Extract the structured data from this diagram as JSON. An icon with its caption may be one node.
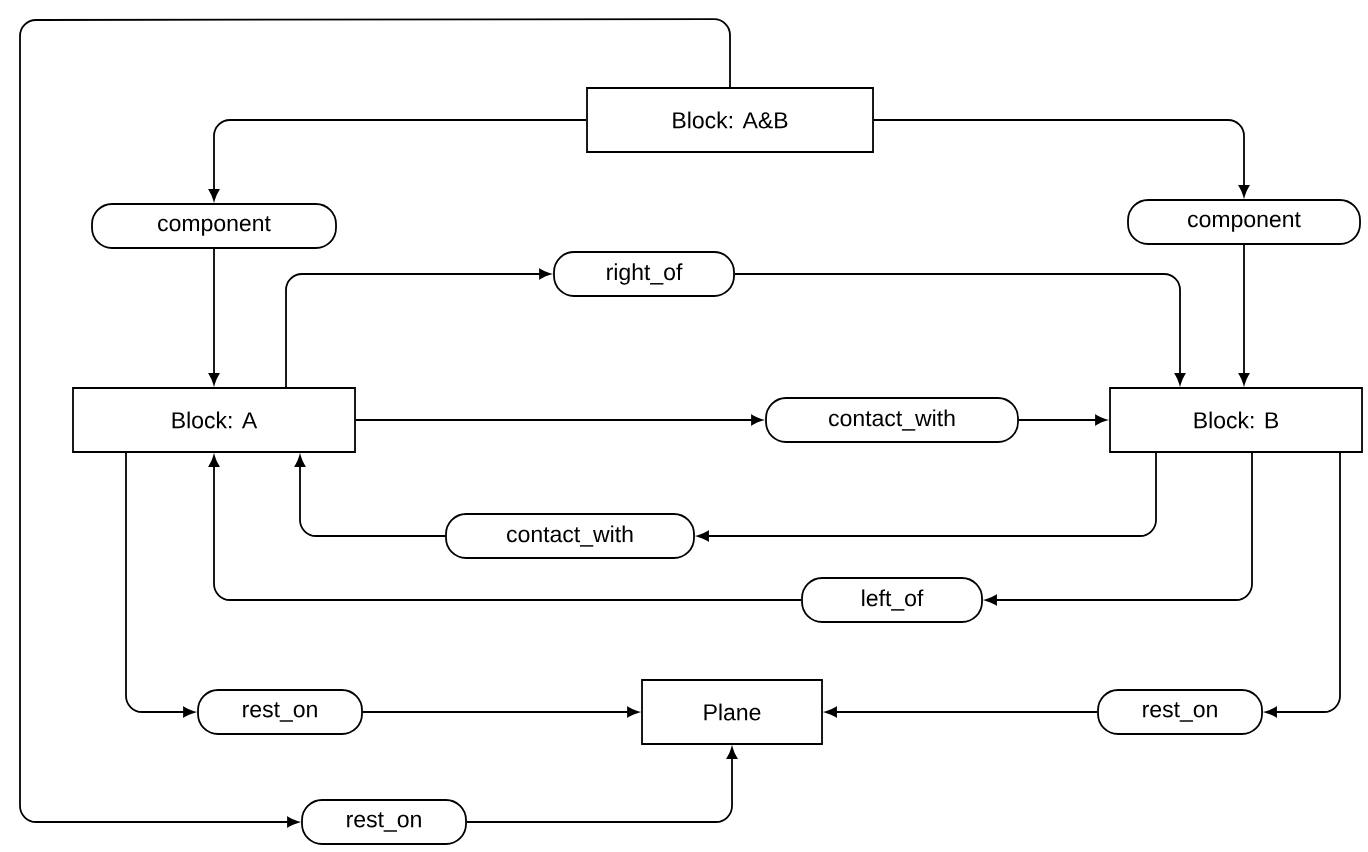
{
  "diagram": {
    "nodes": [
      {
        "text": [
          "Block: A&B"
        ]
      },
      {
        "text": [
          "component"
        ]
      },
      {
        "text": [
          "component"
        ]
      },
      {
        "text": [
          "right_of"
        ]
      },
      {
        "text": [
          "Block: A"
        ]
      },
      {
        "text": [
          "contact_with"
        ]
      },
      {
        "text": [
          "Block: B"
        ]
      },
      {
        "text": [
          "contact_with"
        ]
      },
      {
        "text": [
          "left_of"
        ]
      },
      {
        "text": [
          "rest_on"
        ]
      },
      {
        "text": [
          "Plane"
        ]
      },
      {
        "text": [
          "rest_on"
        ]
      },
      {
        "text": [
          "rest_on"
        ]
      }
    ],
    "edges": [
      {
        "from": 0,
        "to": 1,
        "arrow": "to"
      },
      {
        "from": 1,
        "to": 4,
        "arrow": "to"
      },
      {
        "from": 0,
        "to": 2,
        "arrow": "to"
      },
      {
        "from": 2,
        "to": 6,
        "arrow": "to"
      },
      {
        "from": 4,
        "to": 3,
        "arrow": "to"
      },
      {
        "from": 3,
        "to": 6,
        "arrow": "to"
      },
      {
        "from": 4,
        "to": 5,
        "arrow": "to"
      },
      {
        "from": 5,
        "to": 6,
        "arrow": "to"
      },
      {
        "from": 6,
        "to": 7,
        "arrow": "to"
      },
      {
        "from": 7,
        "to": 4,
        "arrow": "to"
      },
      {
        "from": 6,
        "to": 8,
        "arrow": "to"
      },
      {
        "from": 8,
        "to": 4,
        "arrow": "to"
      },
      {
        "from": 4,
        "to": 9,
        "arrow": "to"
      },
      {
        "from": 9,
        "to": 10,
        "arrow": "to"
      },
      {
        "from": 11,
        "to": 10,
        "arrow": "to"
      },
      {
        "from": 6,
        "to": 11,
        "arrow": "to"
      },
      {
        "from": 0,
        "to": 12,
        "arrow": "to"
      },
      {
        "from": 12,
        "to": 10,
        "arrow": "to"
      }
    ]
  }
}
